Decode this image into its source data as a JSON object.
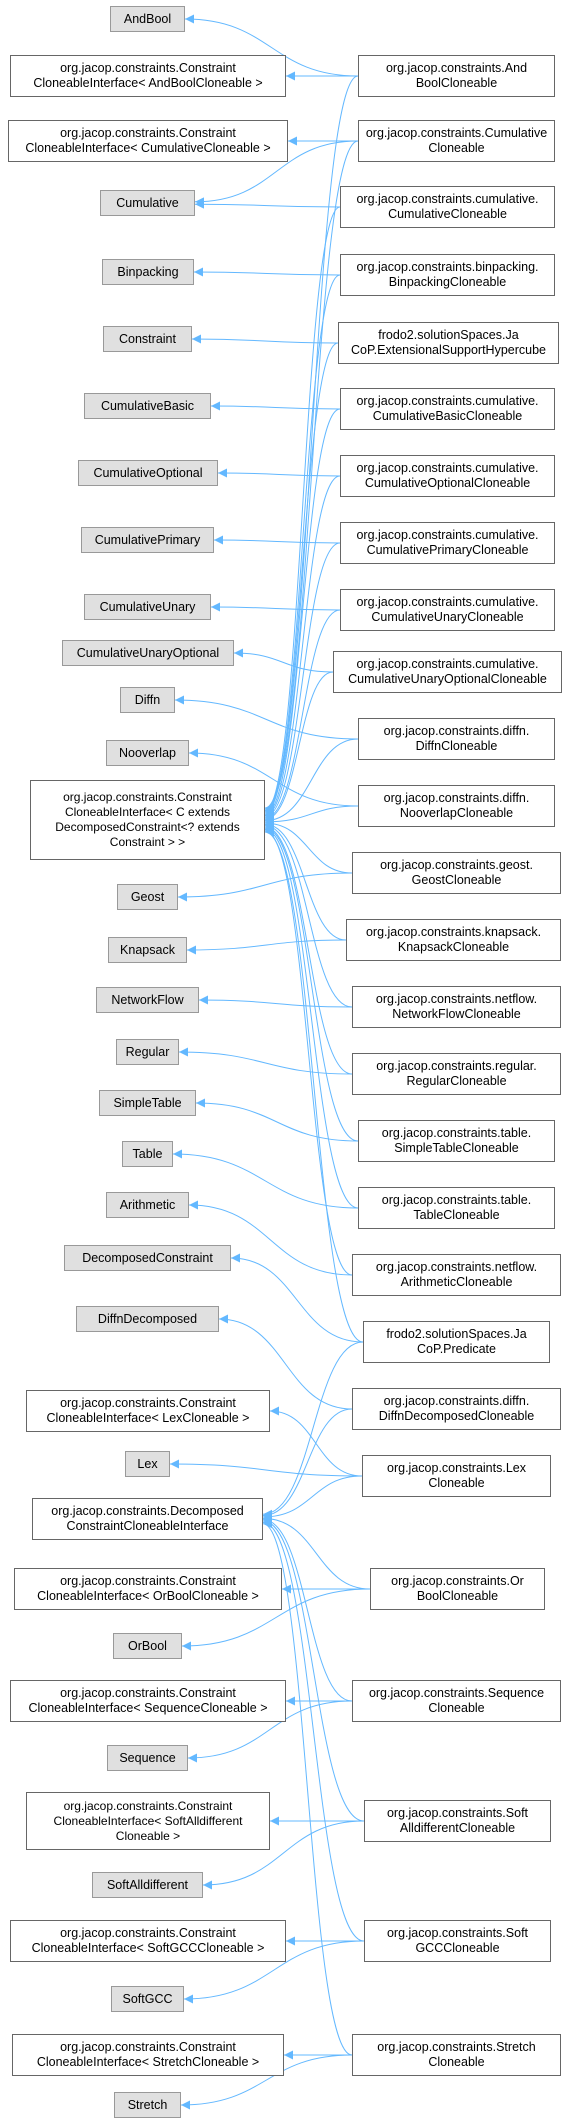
{
  "nodes": [
    {
      "id": "AndBool",
      "label": "AndBool",
      "style": "gray"
    },
    {
      "id": "ifAndBool",
      "label": "org.jacop.constraints.Constraint\nCloneableInterface< AndBoolCloneable >",
      "style": "plain"
    },
    {
      "id": "AndBoolC",
      "label": "org.jacop.constraints.And\nBoolCloneable",
      "style": "plain"
    },
    {
      "id": "ifCumul",
      "label": "org.jacop.constraints.Constraint\nCloneableInterface< CumulativeCloneable >",
      "style": "plain"
    },
    {
      "id": "CumulC",
      "label": "org.jacop.constraints.Cumulative\nCloneable",
      "style": "plain"
    },
    {
      "id": "Cumulative",
      "label": "Cumulative",
      "style": "gray"
    },
    {
      "id": "CumulCC",
      "label": "org.jacop.constraints.cumulative.\nCumulativeCloneable",
      "style": "plain"
    },
    {
      "id": "Binpacking",
      "label": "Binpacking",
      "style": "gray"
    },
    {
      "id": "BinpackC",
      "label": "org.jacop.constraints.binpacking.\nBinpackingCloneable",
      "style": "plain"
    },
    {
      "id": "Constraint",
      "label": "Constraint",
      "style": "gray"
    },
    {
      "id": "ExtHyper",
      "label": "frodo2.solutionSpaces.Ja\nCoP.ExtensionalSupportHypercube",
      "style": "plain"
    },
    {
      "id": "CumulBasic",
      "label": "CumulativeBasic",
      "style": "gray"
    },
    {
      "id": "CumulBasicC",
      "label": "org.jacop.constraints.cumulative.\nCumulativeBasicCloneable",
      "style": "plain"
    },
    {
      "id": "CumulOpt",
      "label": "CumulativeOptional",
      "style": "gray"
    },
    {
      "id": "CumulOptC",
      "label": "org.jacop.constraints.cumulative.\nCumulativeOptionalCloneable",
      "style": "plain"
    },
    {
      "id": "CumulPrim",
      "label": "CumulativePrimary",
      "style": "gray"
    },
    {
      "id": "CumulPrimC",
      "label": "org.jacop.constraints.cumulative.\nCumulativePrimaryCloneable",
      "style": "plain"
    },
    {
      "id": "CumulUnary",
      "label": "CumulativeUnary",
      "style": "gray"
    },
    {
      "id": "CumulUnaryC",
      "label": "org.jacop.constraints.cumulative.\nCumulativeUnaryCloneable",
      "style": "plain"
    },
    {
      "id": "CumulUnOpt",
      "label": "CumulativeUnaryOptional",
      "style": "gray"
    },
    {
      "id": "CumulUnOptC",
      "label": "org.jacop.constraints.cumulative.\nCumulativeUnaryOptionalCloneable",
      "style": "plain"
    },
    {
      "id": "Diffn",
      "label": "Diffn",
      "style": "gray"
    },
    {
      "id": "DiffnC",
      "label": "org.jacop.constraints.diffn.\nDiffnCloneable",
      "style": "plain"
    },
    {
      "id": "Nooverlap",
      "label": "Nooverlap",
      "style": "gray"
    },
    {
      "id": "NooverlapC",
      "label": "org.jacop.constraints.diffn.\nNooverlapCloneable",
      "style": "plain"
    },
    {
      "id": "ifGeneric",
      "label": "org.jacop.constraints.Constraint\nCloneableInterface< C extends\nDecomposedConstraint<? extends\nConstraint > >",
      "style": "plain"
    },
    {
      "id": "Geost",
      "label": "Geost",
      "style": "gray"
    },
    {
      "id": "GeostC",
      "label": "org.jacop.constraints.geost.\nGeostCloneable",
      "style": "plain"
    },
    {
      "id": "Knapsack",
      "label": "Knapsack",
      "style": "gray"
    },
    {
      "id": "KnapsackC",
      "label": "org.jacop.constraints.knapsack.\nKnapsackCloneable",
      "style": "plain"
    },
    {
      "id": "NetworkFlow",
      "label": "NetworkFlow",
      "style": "gray"
    },
    {
      "id": "NetFlowC",
      "label": "org.jacop.constraints.netflow.\nNetworkFlowCloneable",
      "style": "plain"
    },
    {
      "id": "Regular",
      "label": "Regular",
      "style": "gray"
    },
    {
      "id": "RegularC",
      "label": "org.jacop.constraints.regular.\nRegularCloneable",
      "style": "plain"
    },
    {
      "id": "SimpleTable",
      "label": "SimpleTable",
      "style": "gray"
    },
    {
      "id": "SimpleTableC",
      "label": "org.jacop.constraints.table.\nSimpleTableCloneable",
      "style": "plain"
    },
    {
      "id": "Table",
      "label": "Table",
      "style": "gray"
    },
    {
      "id": "TableC",
      "label": "org.jacop.constraints.table.\nTableCloneable",
      "style": "plain"
    },
    {
      "id": "Arithmetic",
      "label": "Arithmetic",
      "style": "gray"
    },
    {
      "id": "ArithC",
      "label": "org.jacop.constraints.netflow.\nArithmeticCloneable",
      "style": "plain"
    },
    {
      "id": "DecompCons",
      "label": "DecomposedConstraint",
      "style": "gray"
    },
    {
      "id": "Predicate",
      "label": "frodo2.solutionSpaces.Ja\nCoP.Predicate",
      "style": "plain"
    },
    {
      "id": "DiffnDecomp",
      "label": "DiffnDecomposed",
      "style": "gray"
    },
    {
      "id": "DiffnDecompC",
      "label": "org.jacop.constraints.diffn.\nDiffnDecomposedCloneable",
      "style": "plain"
    },
    {
      "id": "ifLex",
      "label": "org.jacop.constraints.Constraint\nCloneableInterface< LexCloneable >",
      "style": "plain"
    },
    {
      "id": "Lex",
      "label": "Lex",
      "style": "gray"
    },
    {
      "id": "LexC",
      "label": "org.jacop.constraints.Lex\nCloneable",
      "style": "plain"
    },
    {
      "id": "ifDecomp",
      "label": "org.jacop.constraints.Decomposed\nConstraintCloneableInterface",
      "style": "plain"
    },
    {
      "id": "ifOrBool",
      "label": "org.jacop.constraints.Constraint\nCloneableInterface< OrBoolCloneable >",
      "style": "plain"
    },
    {
      "id": "OrBoolC",
      "label": "org.jacop.constraints.Or\nBoolCloneable",
      "style": "plain"
    },
    {
      "id": "OrBool",
      "label": "OrBool",
      "style": "gray"
    },
    {
      "id": "ifSeq",
      "label": "org.jacop.constraints.Constraint\nCloneableInterface< SequenceCloneable >",
      "style": "plain"
    },
    {
      "id": "SeqC",
      "label": "org.jacop.constraints.Sequence\nCloneable",
      "style": "plain"
    },
    {
      "id": "Sequence",
      "label": "Sequence",
      "style": "gray"
    },
    {
      "id": "ifSoftAll",
      "label": "org.jacop.constraints.Constraint\nCloneableInterface< SoftAlldifferent\nCloneable >",
      "style": "plain"
    },
    {
      "id": "SoftAllC",
      "label": "org.jacop.constraints.Soft\nAlldifferentCloneable",
      "style": "plain"
    },
    {
      "id": "SoftAll",
      "label": "SoftAlldifferent",
      "style": "gray"
    },
    {
      "id": "ifSoftGCC",
      "label": "org.jacop.constraints.Constraint\nCloneableInterface< SoftGCCCloneable >",
      "style": "plain"
    },
    {
      "id": "SoftGCCC",
      "label": "org.jacop.constraints.Soft\nGCCCloneable",
      "style": "plain"
    },
    {
      "id": "SoftGCC",
      "label": "SoftGCC",
      "style": "gray"
    },
    {
      "id": "ifStretch",
      "label": "org.jacop.constraints.Constraint\nCloneableInterface< StretchCloneable >",
      "style": "plain"
    },
    {
      "id": "StretchC",
      "label": "org.jacop.constraints.Stretch\nCloneable",
      "style": "plain"
    },
    {
      "id": "Stretch",
      "label": "Stretch",
      "style": "gray"
    }
  ],
  "edges": [
    [
      "AndBoolC",
      "AndBool"
    ],
    [
      "AndBoolC",
      "ifAndBool"
    ],
    [
      "AndBoolC",
      "ifGeneric"
    ],
    [
      "CumulC",
      "ifCumul"
    ],
    [
      "CumulC",
      "Cumulative"
    ],
    [
      "CumulC",
      "ifGeneric"
    ],
    [
      "CumulCC",
      "Cumulative"
    ],
    [
      "CumulCC",
      "ifGeneric"
    ],
    [
      "BinpackC",
      "Binpacking"
    ],
    [
      "BinpackC",
      "ifGeneric"
    ],
    [
      "ExtHyper",
      "Constraint"
    ],
    [
      "ExtHyper",
      "ifGeneric"
    ],
    [
      "CumulBasicC",
      "CumulBasic"
    ],
    [
      "CumulBasicC",
      "ifGeneric"
    ],
    [
      "CumulOptC",
      "CumulOpt"
    ],
    [
      "CumulOptC",
      "ifGeneric"
    ],
    [
      "CumulPrimC",
      "CumulPrim"
    ],
    [
      "CumulPrimC",
      "ifGeneric"
    ],
    [
      "CumulUnaryC",
      "CumulUnary"
    ],
    [
      "CumulUnaryC",
      "ifGeneric"
    ],
    [
      "CumulUnOptC",
      "CumulUnOpt"
    ],
    [
      "CumulUnOptC",
      "ifGeneric"
    ],
    [
      "DiffnC",
      "Diffn"
    ],
    [
      "DiffnC",
      "ifGeneric"
    ],
    [
      "NooverlapC",
      "Nooverlap"
    ],
    [
      "NooverlapC",
      "ifGeneric"
    ],
    [
      "GeostC",
      "Geost"
    ],
    [
      "GeostC",
      "ifGeneric"
    ],
    [
      "KnapsackC",
      "Knapsack"
    ],
    [
      "KnapsackC",
      "ifGeneric"
    ],
    [
      "NetFlowC",
      "NetworkFlow"
    ],
    [
      "NetFlowC",
      "ifGeneric"
    ],
    [
      "RegularC",
      "Regular"
    ],
    [
      "RegularC",
      "ifGeneric"
    ],
    [
      "SimpleTableC",
      "SimpleTable"
    ],
    [
      "SimpleTableC",
      "ifGeneric"
    ],
    [
      "TableC",
      "Table"
    ],
    [
      "TableC",
      "ifGeneric"
    ],
    [
      "ArithC",
      "Arithmetic"
    ],
    [
      "ArithC",
      "ifGeneric"
    ],
    [
      "Predicate",
      "DecompCons"
    ],
    [
      "Predicate",
      "ifGeneric"
    ],
    [
      "Predicate",
      "ifDecomp"
    ],
    [
      "DiffnDecompC",
      "DiffnDecomp"
    ],
    [
      "DiffnDecompC",
      "ifDecomp"
    ],
    [
      "LexC",
      "ifLex"
    ],
    [
      "LexC",
      "Lex"
    ],
    [
      "LexC",
      "ifDecomp"
    ],
    [
      "OrBoolC",
      "ifOrBool"
    ],
    [
      "OrBoolC",
      "OrBool"
    ],
    [
      "OrBoolC",
      "ifDecomp"
    ],
    [
      "SeqC",
      "ifSeq"
    ],
    [
      "SeqC",
      "Sequence"
    ],
    [
      "SeqC",
      "ifDecomp"
    ],
    [
      "SoftAllC",
      "ifSoftAll"
    ],
    [
      "SoftAllC",
      "SoftAll"
    ],
    [
      "SoftAllC",
      "ifDecomp"
    ],
    [
      "SoftGCCC",
      "ifSoftGCC"
    ],
    [
      "SoftGCCC",
      "SoftGCC"
    ],
    [
      "SoftGCCC",
      "ifDecomp"
    ],
    [
      "StretchC",
      "ifStretch"
    ],
    [
      "StretchC",
      "Stretch"
    ],
    [
      "StretchC",
      "ifDecomp"
    ]
  ],
  "colors": {
    "edge": "#63b8ff",
    "gray_fill": "#e0e0e0",
    "border": "#666666"
  }
}
